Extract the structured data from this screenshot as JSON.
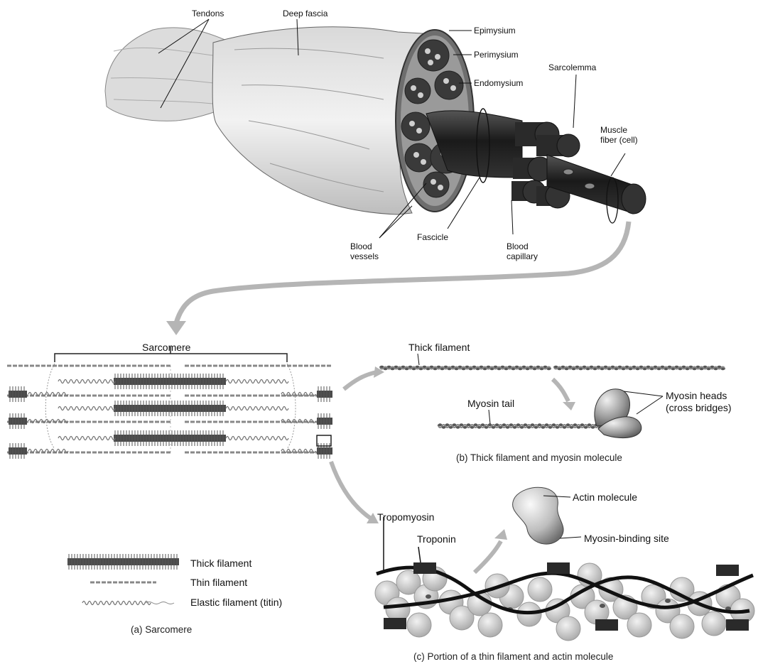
{
  "anatomy": {
    "tendons": "Tendons",
    "deep_fascia": "Deep fascia",
    "epimysium": "Epimysium",
    "perimysium": "Perimysium",
    "endomysium": "Endomysium",
    "sarcolemma": "Sarcolemma",
    "muscle_fiber_line1": "Muscle",
    "muscle_fiber_line2": "fiber (cell)",
    "blood_vessels_line1": "Blood",
    "blood_vessels_line2": "vessels",
    "fascicle": "Fascicle",
    "blood_capillary_line1": "Blood",
    "blood_capillary_line2": "capillary"
  },
  "sarcomere": {
    "title": "Sarcomere",
    "legend": {
      "thick": "Thick filament",
      "thin": "Thin filament",
      "elastic": "Elastic filament (titin)"
    },
    "caption": "(a) Sarcomere"
  },
  "thick_panel": {
    "thick_filament": "Thick filament",
    "myosin_tail": "Myosin tail",
    "myosin_heads_line1": "Myosin heads",
    "myosin_heads_line2": "(cross bridges)",
    "caption": "(b) Thick filament and myosin molecule"
  },
  "thin_panel": {
    "actin_molecule": "Actin molecule",
    "myosin_binding_site": "Myosin-binding site",
    "tropomyosin": "Tropomyosin",
    "troponin": "Troponin",
    "caption": "(c) Portion of a thin filament and actin molecule"
  }
}
